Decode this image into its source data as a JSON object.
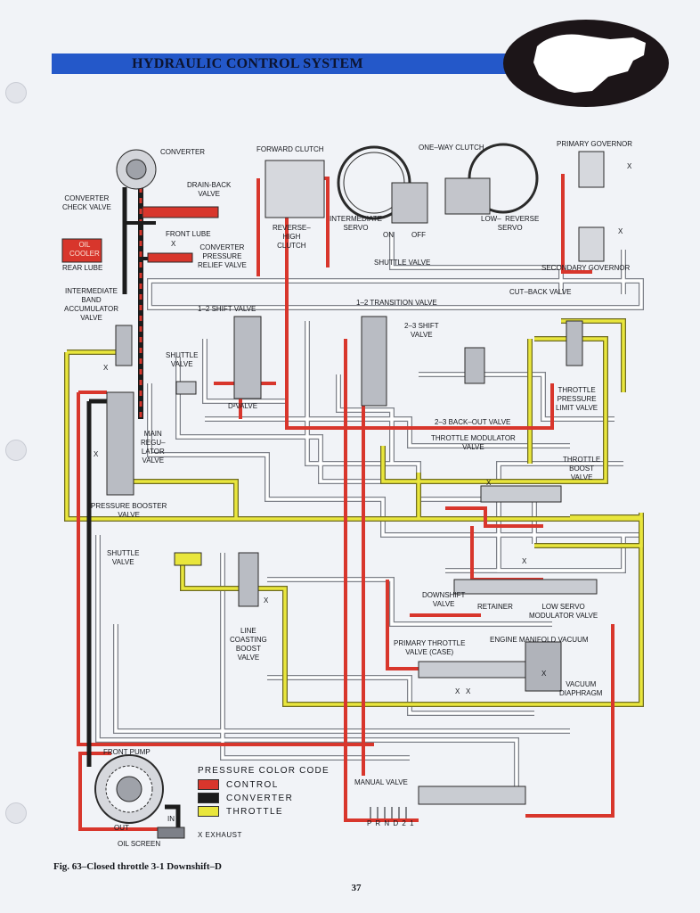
{
  "header": {
    "title": "HYDRAULIC CONTROL SYSTEM"
  },
  "labels": {
    "converter": "CONVERTER",
    "forward_clutch": "FORWARD CLUTCH",
    "one_way_clutch": "ONE–WAY CLUTCH",
    "primary_governor": "PRIMARY GOVERNOR",
    "converter_check_valve": "CONVERTER\nCHECK VALVE",
    "drain_back_valve": "DRAIN-BACK\nVALVE",
    "reverse_high_clutch": "REVERSE–\nHIGH\nCLUTCH",
    "intermediate_servo": "INTERMEDIATE\nSERVO",
    "on": "ON",
    "off": "OFF",
    "low_reverse_servo": "LOW–  REVERSE\nSERVO",
    "oil_cooler": "OIL\nCOOLER",
    "front_lube": "FRONT LUBE",
    "rear_lube": "REAR LUBE",
    "converter_pressure_relief_valve": "CONVERTER\nPRESSURE\nRELIEF VALVE",
    "shuttle_valve_top": "SHUTTLE VALVE",
    "secondary_governor": "SECONDARY GOVERNOR",
    "intermediate_band_accumulator_valve": "INTERMEDIATE\nBAND\nACCUMULATOR\nVALVE",
    "cut_back_valve": "CUT–BACK VALVE",
    "transition_valve": "1–2 TRANSITION VALVE",
    "shift_1_2_valve": "1–2 SHIFT VALVE",
    "shift_2_3_valve": "2–3 SHIFT\nVALVE",
    "shuttle_valve_left": "SHUTTLE\nVALVE",
    "d2_valve": "D²VALVE",
    "throttle_pressure_limit_valve": "THROTTLE\nPRESSURE\nLIMIT VALVE",
    "back_out_valve": "2–3 BACK–OUT VALVE",
    "main_regulator_valve": "MAIN\nREGU–\nLATOR\nVALVE",
    "throttle_modulator_valve": "THROTTLE MODULATOR\nVALVE",
    "throttle_boost_valve": "THROTTLE\nBOOST\nVALVE",
    "pressure_booster_valve": "PRESSURE BOOSTER\nVALVE",
    "shuttle_valve_lower": "SHUTTLE\nVALVE",
    "downshift_valve": "DOWNSHIFT\nVALVE",
    "retainer": "RETAINER",
    "low_servo_modulator_valve": "LOW SERVO\nMODULATOR VALVE",
    "line_coasting_boost_valve": "LINE\nCOASTING\nBOOST\nVALVE",
    "primary_throttle_valve": "PRIMARY THROTTLE\nVALVE (CASE)",
    "engine_manifold_vacuum": "ENGINE MANIFOLD VACUUM",
    "vacuum_diaphragm": "VACUUM\nDIAPHRAGM",
    "front_pump": "FRONT PUMP",
    "manual_valve": "MANUAL VALVE",
    "selector": "P R N D 2 1",
    "out": "OUT",
    "in": "IN",
    "oil_screen": "OIL SCREEN"
  },
  "legend": {
    "title": "PRESSURE COLOR CODE",
    "items": [
      {
        "label": "CONTROL",
        "color": "#d8362c"
      },
      {
        "label": "CONVERTER",
        "color": "#1c1c1c"
      },
      {
        "label": "THROTTLE",
        "color": "#e9e63c"
      }
    ],
    "exhaust": "X EXHAUST"
  },
  "caption": "Fig. 63–Closed throttle 3-1 Downshift–D",
  "page_number": "37",
  "colors": {
    "control": "#d8362c",
    "converter": "#1c1c1c",
    "throttle": "#e9e63c",
    "line": "#ffffff",
    "banner": "#2458c9"
  }
}
